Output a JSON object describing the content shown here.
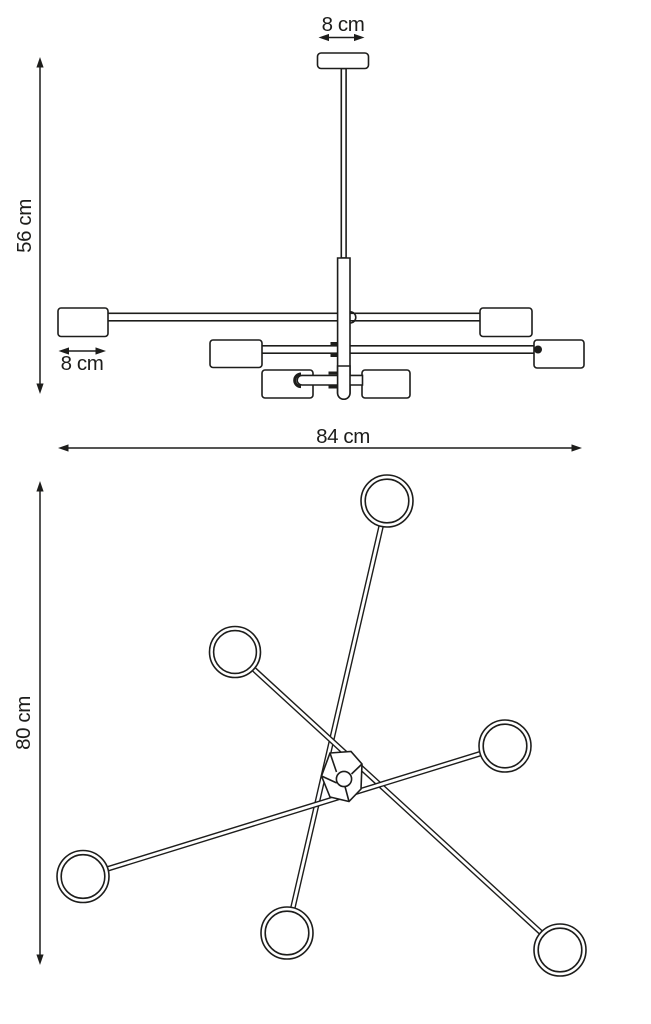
{
  "colors": {
    "line": "#1d1d1b",
    "background": "#ffffff"
  },
  "side_view": {
    "name": "chandelier side elevation",
    "labels": {
      "canopy_width": "8 cm",
      "height": "56 cm",
      "shade_width": "8 cm",
      "total_width": "84 cm"
    }
  },
  "top_view": {
    "name": "chandelier plan view",
    "labels": {
      "diameter": "80 cm"
    }
  }
}
